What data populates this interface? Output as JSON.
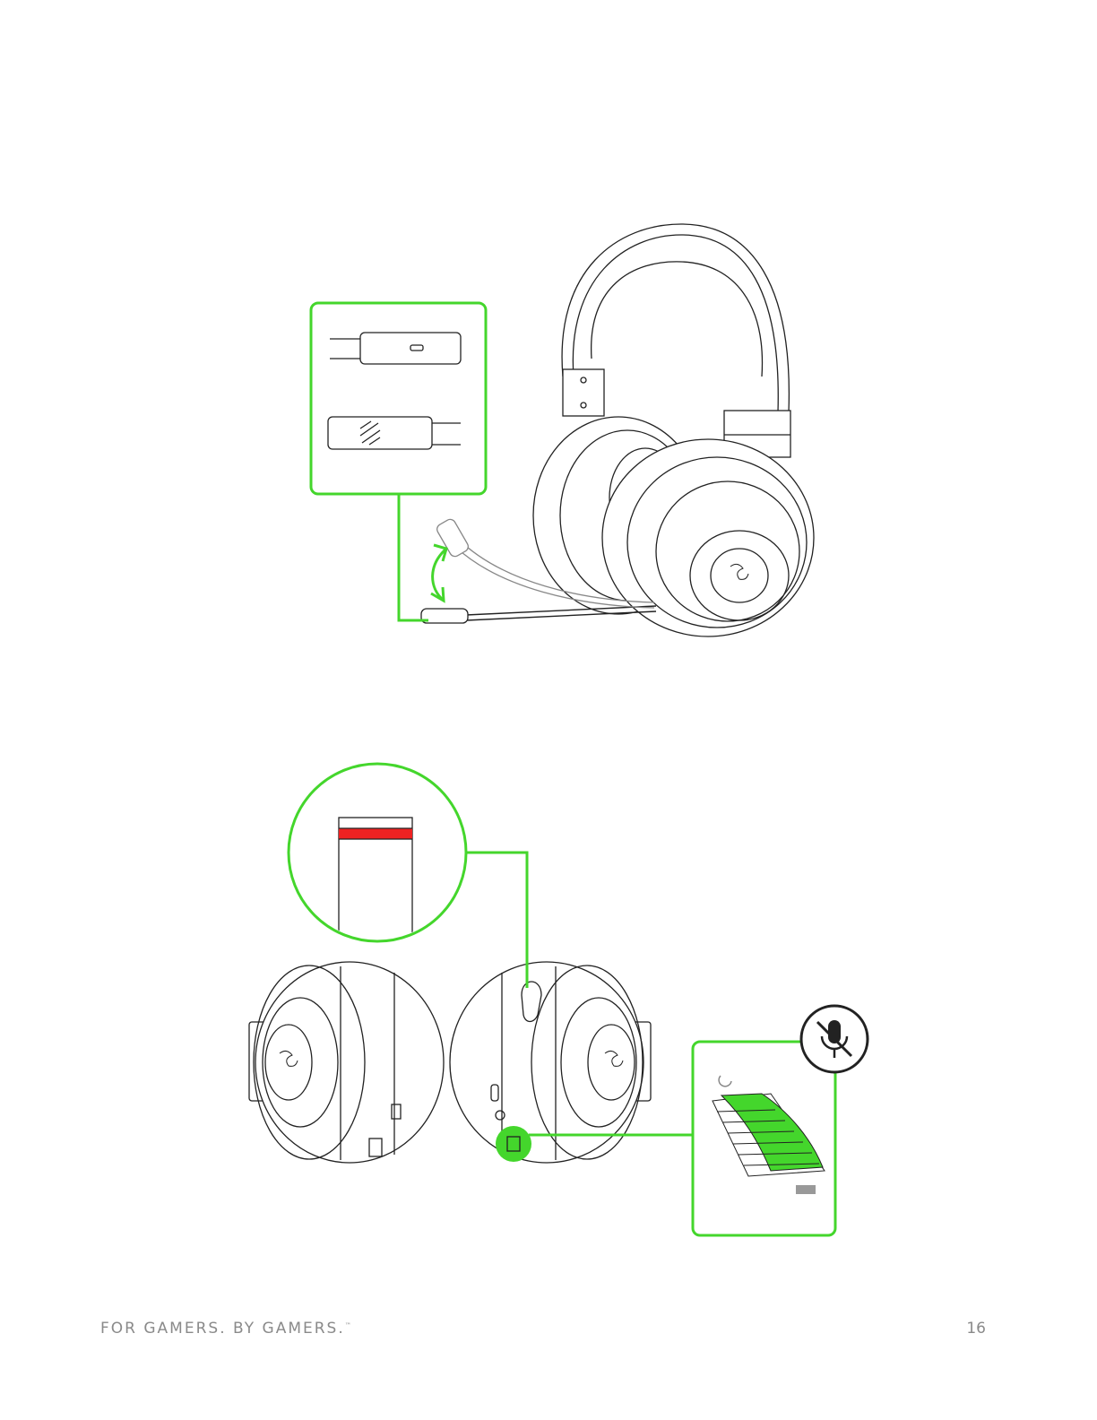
{
  "colors": {
    "accent": "#44d62c",
    "line": "#222222",
    "mute_red": "#ee2222",
    "text_gray": "#8a8a8a"
  },
  "icons": [
    "mic-boom-callout",
    "mic-mute-icon",
    "razer-logo-icon",
    "rotate-arrow-icon",
    "volume-dial-icon"
  ],
  "footer": {
    "tagline": "FOR GAMERS. BY GAMERS.",
    "trademark": "™",
    "page_number": "16"
  }
}
